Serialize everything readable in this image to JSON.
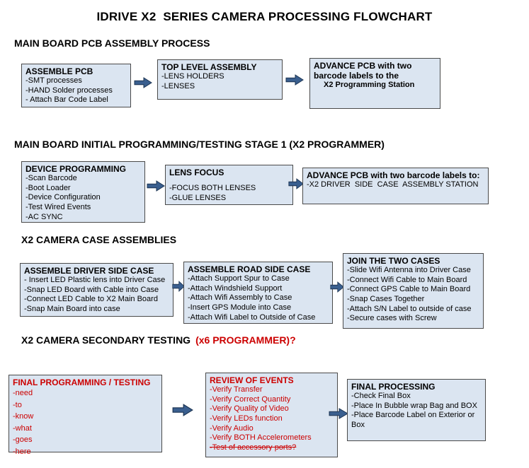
{
  "title": "IDRIVE X2  SERIES CAMERA PROCESSING FLOWCHART",
  "colors": {
    "box_fill": "#dbe5f1",
    "box_border": "#4a4a4a",
    "red": "#cc0000",
    "arrow_fill": "#3a5f8f",
    "arrow_stroke": "#1c3452"
  },
  "sections": [
    {
      "heading": "MAIN BOARD PCB ASSEMBLY PROCESS",
      "boxes": [
        {
          "title": "ASSEMBLE PCB",
          "items": [
            "-SMT processes",
            "-HAND Solder processes",
            "- Attach Bar Code Label"
          ]
        },
        {
          "title": "TOP LEVEL ASSEMBLY",
          "items": [
            "-LENS HOLDERS",
            "-LENSES"
          ]
        },
        {
          "title": "ADVANCE PCB with two barcode labels to the",
          "items": [
            "X2 Programming Station"
          ]
        }
      ]
    },
    {
      "heading": "MAIN BOARD INITIAL PROGRAMMING/TESTING STAGE 1 (X2 PROGRAMMER)",
      "boxes": [
        {
          "title": "DEVICE PROGRAMMING",
          "items": [
            "-Scan Barcode",
            "-Boot Loader",
            "-Device Configuration",
            "-Test Wired Events",
            "-AC SYNC"
          ]
        },
        {
          "title": "LENS FOCUS",
          "items": [
            "-FOCUS BOTH LENSES",
            "-GLUE LENSES"
          ]
        },
        {
          "title": "ADVANCE PCB with two barcode labels to:",
          "items": [
            "-X2 DRIVER  SIDE  CASE  ASSEMBLY STATION"
          ]
        }
      ]
    },
    {
      "heading": "X2 CAMERA CASE ASSEMBLIES",
      "boxes": [
        {
          "title": "ASSEMBLE DRIVER SIDE CASE",
          "items": [
            "- Insert LED Plastic lens into Driver Case",
            "-Snap LED Board with Cable into Case",
            "-Connect LED Cable to X2 Main Board",
            "-Snap Main Board into case"
          ]
        },
        {
          "title": "ASSEMBLE ROAD SIDE CASE",
          "items": [
            "-Attach Support Spur to Case",
            "-Attach Windshield Support",
            "-Attach Wifi Assembly to Case",
            "-Insert GPS Module into Case",
            "-Attach Wifi Label to Outside of Case"
          ]
        },
        {
          "title": "JOIN THE TWO CASES",
          "items": [
            "-Slide Wifi Antenna into Driver Case",
            "-Connect Wifi Cable to Main Board",
            "-Connect GPS Cable to Main Board",
            "-Snap Cases Together",
            "-Attach S/N Label to outside of case",
            "-Secure cases with Screw"
          ]
        }
      ]
    },
    {
      "heading": "X2 CAMERA SECONDARY TESTING",
      "heading_suffix": "(x6 PROGRAMMER)?",
      "boxes": [
        {
          "title": "FINAL PROGRAMMING / TESTING",
          "items": [
            "-need",
            "-to",
            "-know",
            "-what",
            "-goes",
            "-here"
          ]
        },
        {
          "title": "REVIEW OF EVENTS",
          "items": [
            "-Verify Transfer",
            "-Verify Correct Quantity",
            "-Verify Quality of Video",
            "-Verify LEDs function",
            "-Verify Audio",
            "-Verify BOTH Accelerometers",
            "-Test of accessory ports?"
          ]
        },
        {
          "title": "FINAL PROCESSING",
          "items": [
            "-Check Final Box",
            "-Place In Bubble wrap Bag and BOX",
            "-Place Barcode Label on Exterior or Box"
          ]
        }
      ]
    }
  ]
}
